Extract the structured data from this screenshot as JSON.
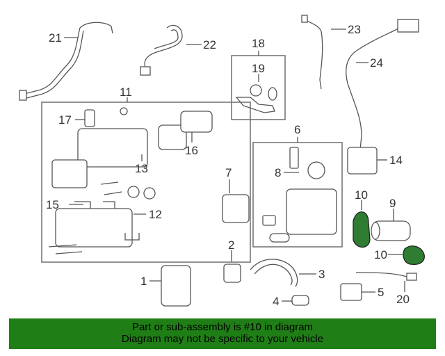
{
  "callouts": {
    "c1": "1",
    "c2": "2",
    "c3": "3",
    "c4": "4",
    "c5": "5",
    "c6": "6",
    "c7": "7",
    "c8": "8",
    "c9": "9",
    "c10a": "10",
    "c10b": "10",
    "c11": "11",
    "c12": "12",
    "c13": "13",
    "c14": "14",
    "c15": "15",
    "c16": "16",
    "c17": "17",
    "c18": "18",
    "c19": "19",
    "c20": "20",
    "c21": "21",
    "c22": "22",
    "c23": "23",
    "c24": "24"
  },
  "highlight_part": "10",
  "highlight_color": "#2e7d32",
  "banner": {
    "line1": "Part or sub-assembly is #10 in diagram",
    "line2": "Diagram may not be specific to your vehicle",
    "background": "#1f7f16"
  }
}
